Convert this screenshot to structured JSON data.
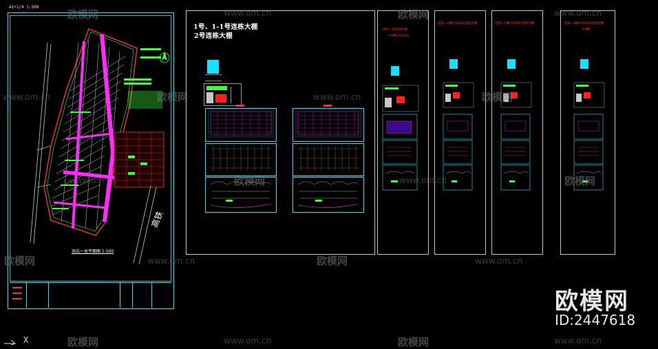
{
  "scale_label": "A1+1/4  1:500",
  "site_plan_caption": "池坑一总平面图  1:500",
  "sheets": {
    "s1_line1": "1号、1-1号连栋大棚",
    "s1_line2": "2号连栋大棚",
    "s3_title": "池坑一房园温大棚",
    "s3_sub": "4#棚(2021A)",
    "s4_title": "连栋一A棚(32X60)连栋大棚",
    "s5_title": "连栋一A棚(32X60)连栋大棚",
    "s6_title": "连栋一B棚(24X60)连栋大棚",
    "s6_sub": "4#棚"
  },
  "road_label": "高铁",
  "watermark": {
    "url": "www.om.cn",
    "brand": "欧模网",
    "id": "ID:2447618"
  },
  "command": {
    "prompt_icon": "command-prompt-icon",
    "close": "X"
  },
  "colors": {
    "background": "#000000",
    "sheet_border": "#c8c8c8",
    "cyan": "#1ee6ff",
    "magenta": "#ff2cff",
    "red": "#ff3030",
    "green": "#3cff3c"
  }
}
